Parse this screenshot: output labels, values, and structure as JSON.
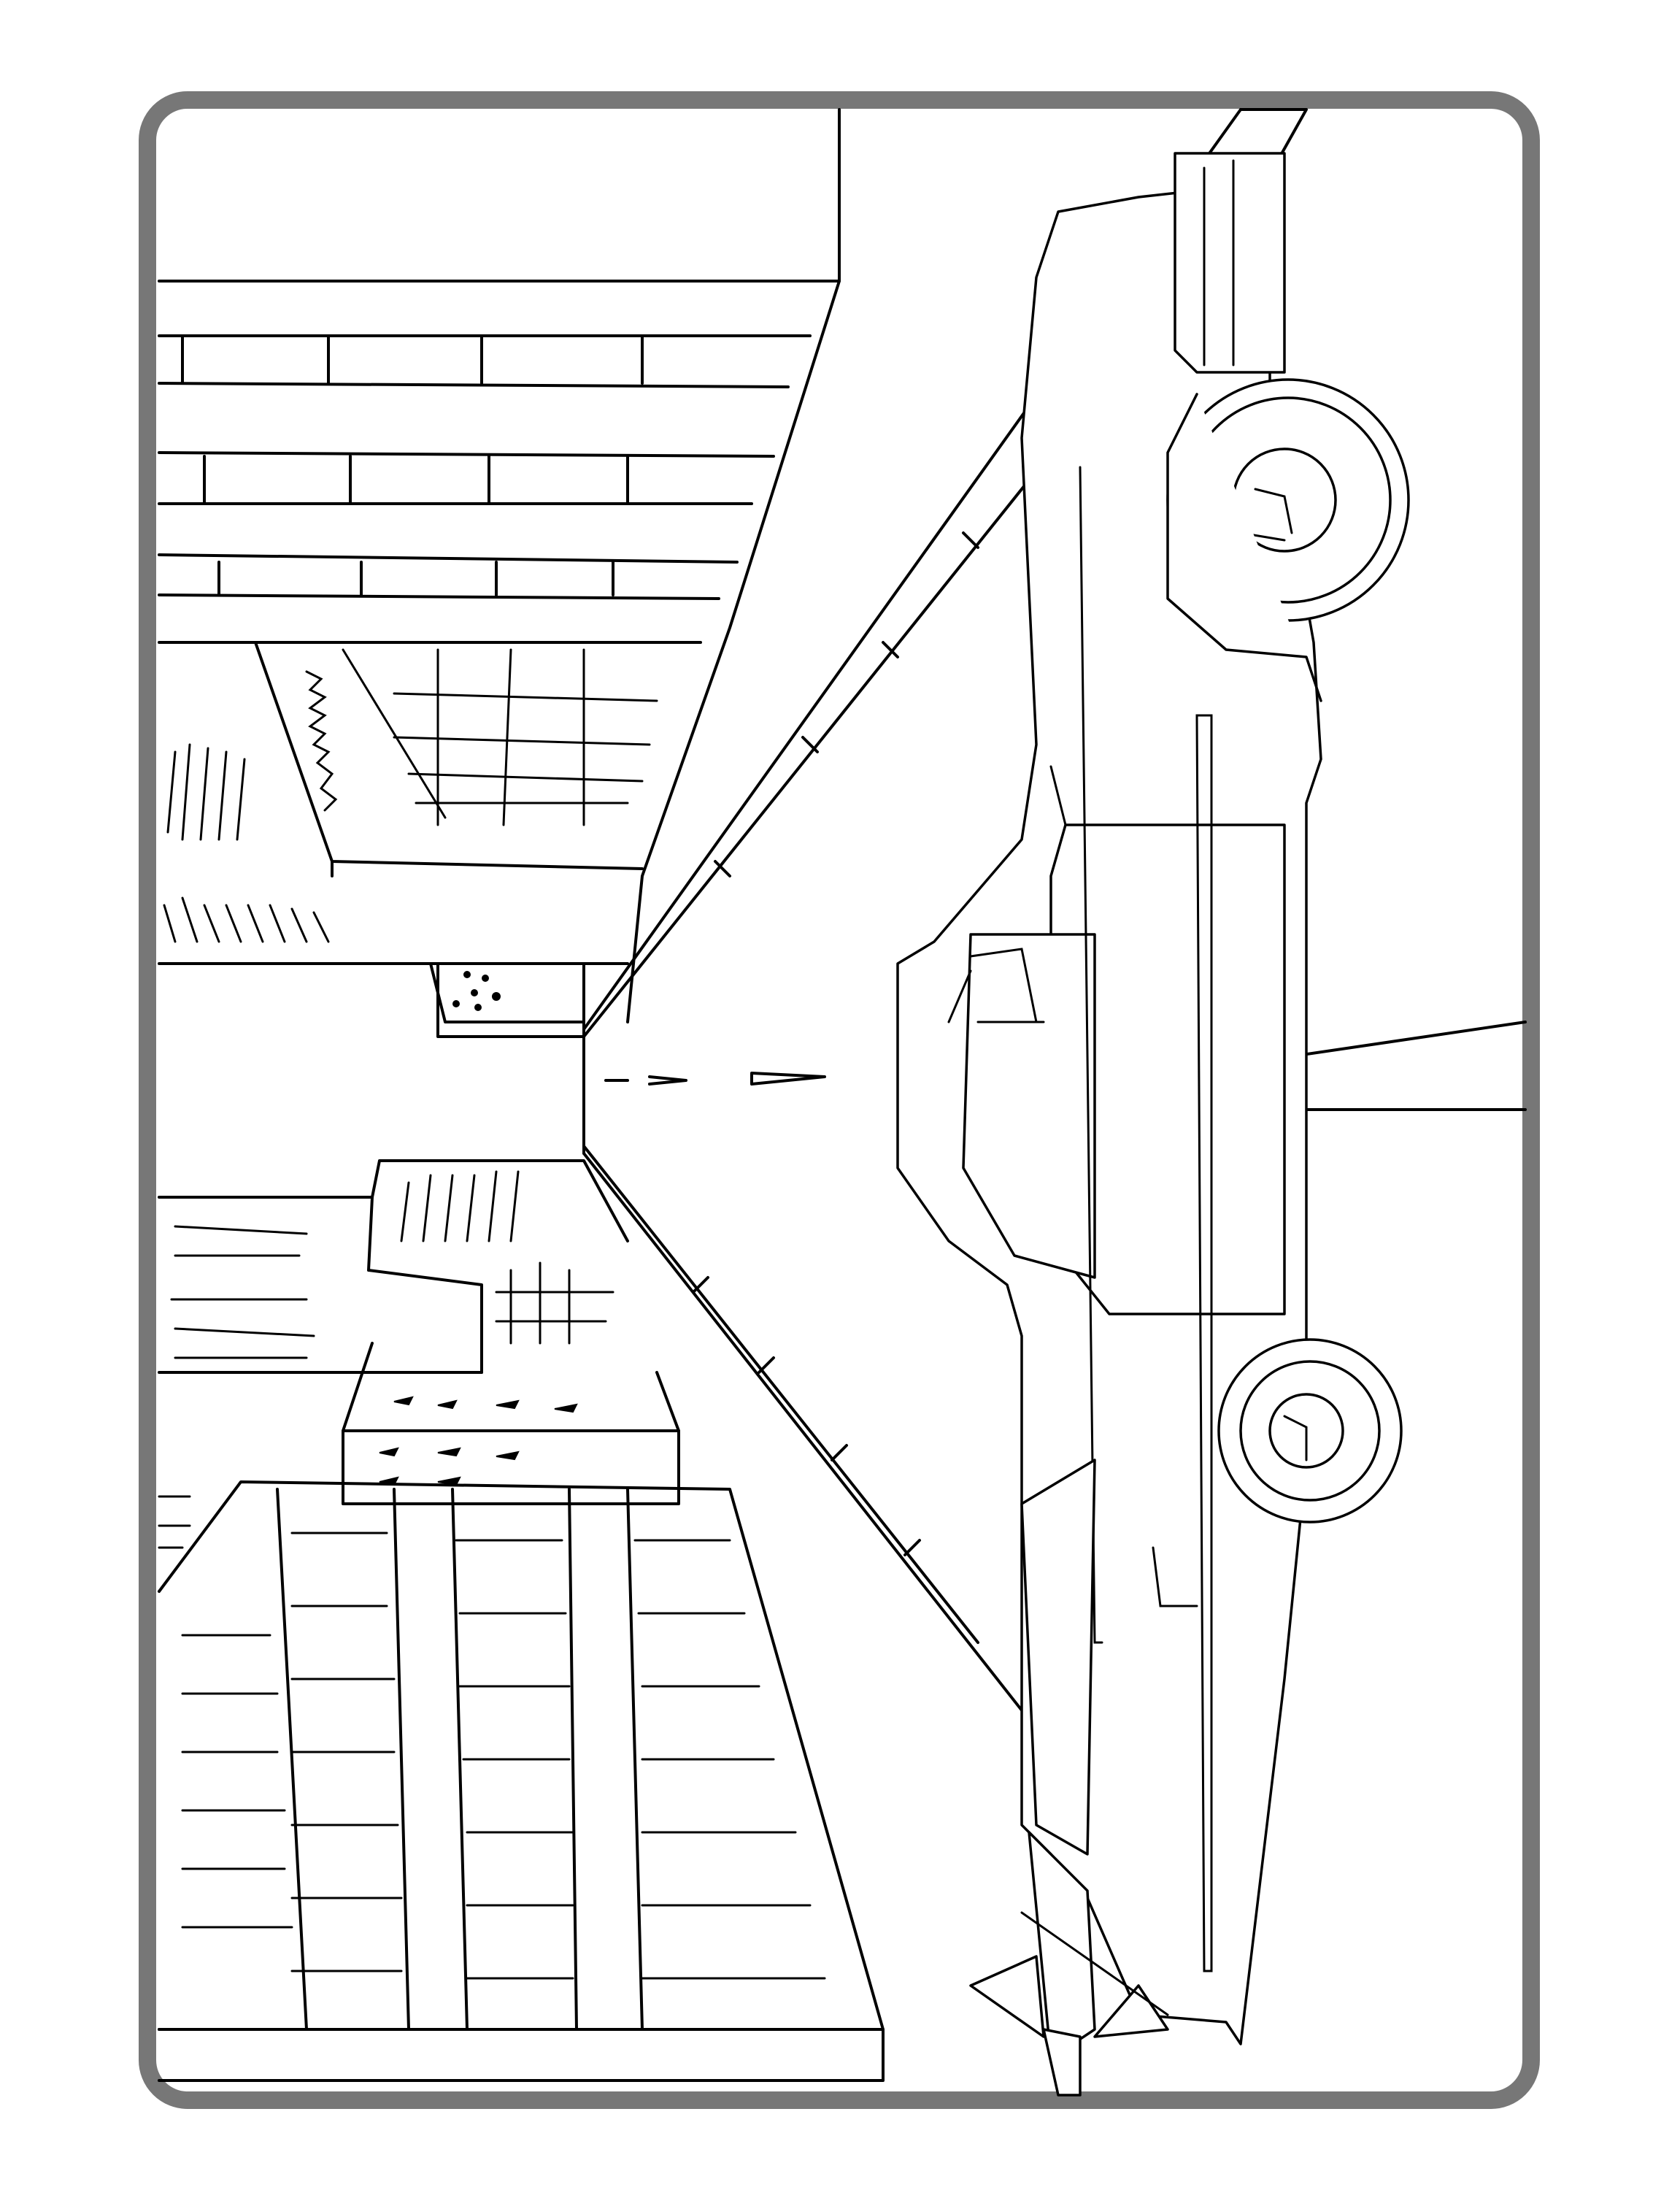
{
  "page": {
    "kind": "coloring-page",
    "colors": {
      "frame": "#777777",
      "lines": "#000000",
      "paper": "#ffffff"
    }
  },
  "scene": {
    "subject": "classic-car",
    "setting": "city-street-with-buildings",
    "orientation": "rotated-90-degrees"
  }
}
